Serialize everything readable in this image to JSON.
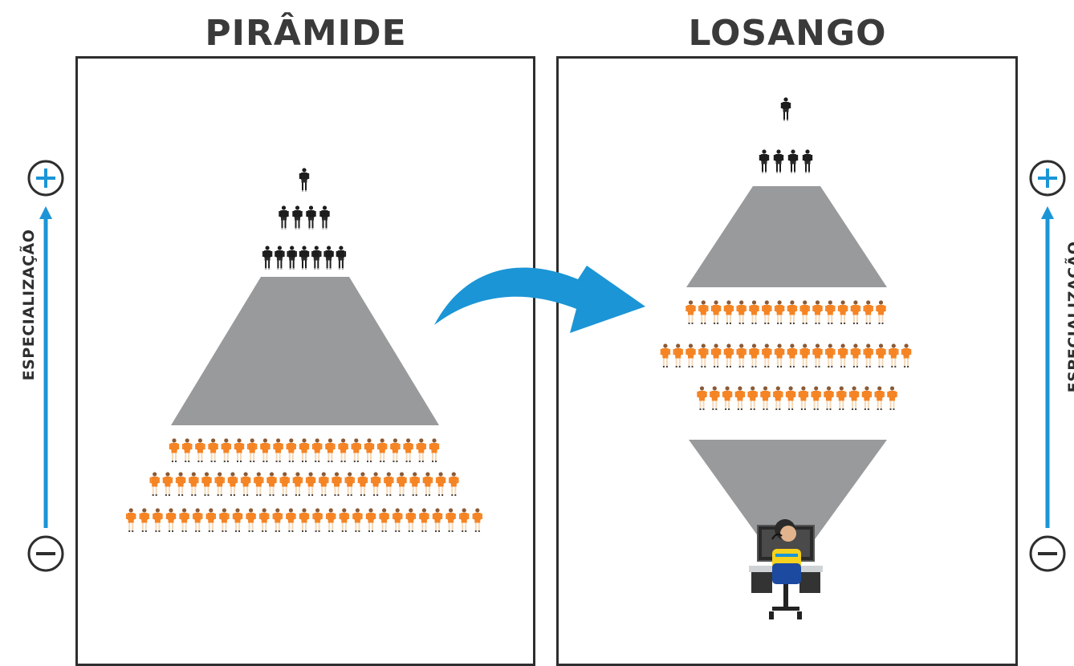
{
  "titles": {
    "left": "PIRÂMIDE",
    "right": "LOSANGO"
  },
  "axis": {
    "label": "ESPECIALIZAÇÃO",
    "plus": "+",
    "minus": "−"
  },
  "colors": {
    "accent_blue": "#1b95d6",
    "trapezoid_gray": "#999a9c",
    "referee_black": "#1d1d1d",
    "player_orange": "#f58424",
    "border": "#2e2e2e"
  },
  "pyramid": {
    "rows": [
      {
        "role": "referee",
        "count": 1
      },
      {
        "role": "referee",
        "count": 4
      },
      {
        "role": "referee",
        "count": 7
      },
      {
        "role": "player",
        "count": 21
      },
      {
        "role": "player",
        "count": 24
      },
      {
        "role": "player",
        "count": 27
      }
    ]
  },
  "diamond": {
    "rows": [
      {
        "role": "referee",
        "count": 1
      },
      {
        "role": "referee",
        "count": 4
      },
      {
        "role": "player",
        "count": 16
      },
      {
        "role": "player",
        "count": 20
      },
      {
        "role": "player",
        "count": 16
      }
    ],
    "base_figure": "video-operator-at-desk"
  },
  "connector": "curved-arrow-icon"
}
